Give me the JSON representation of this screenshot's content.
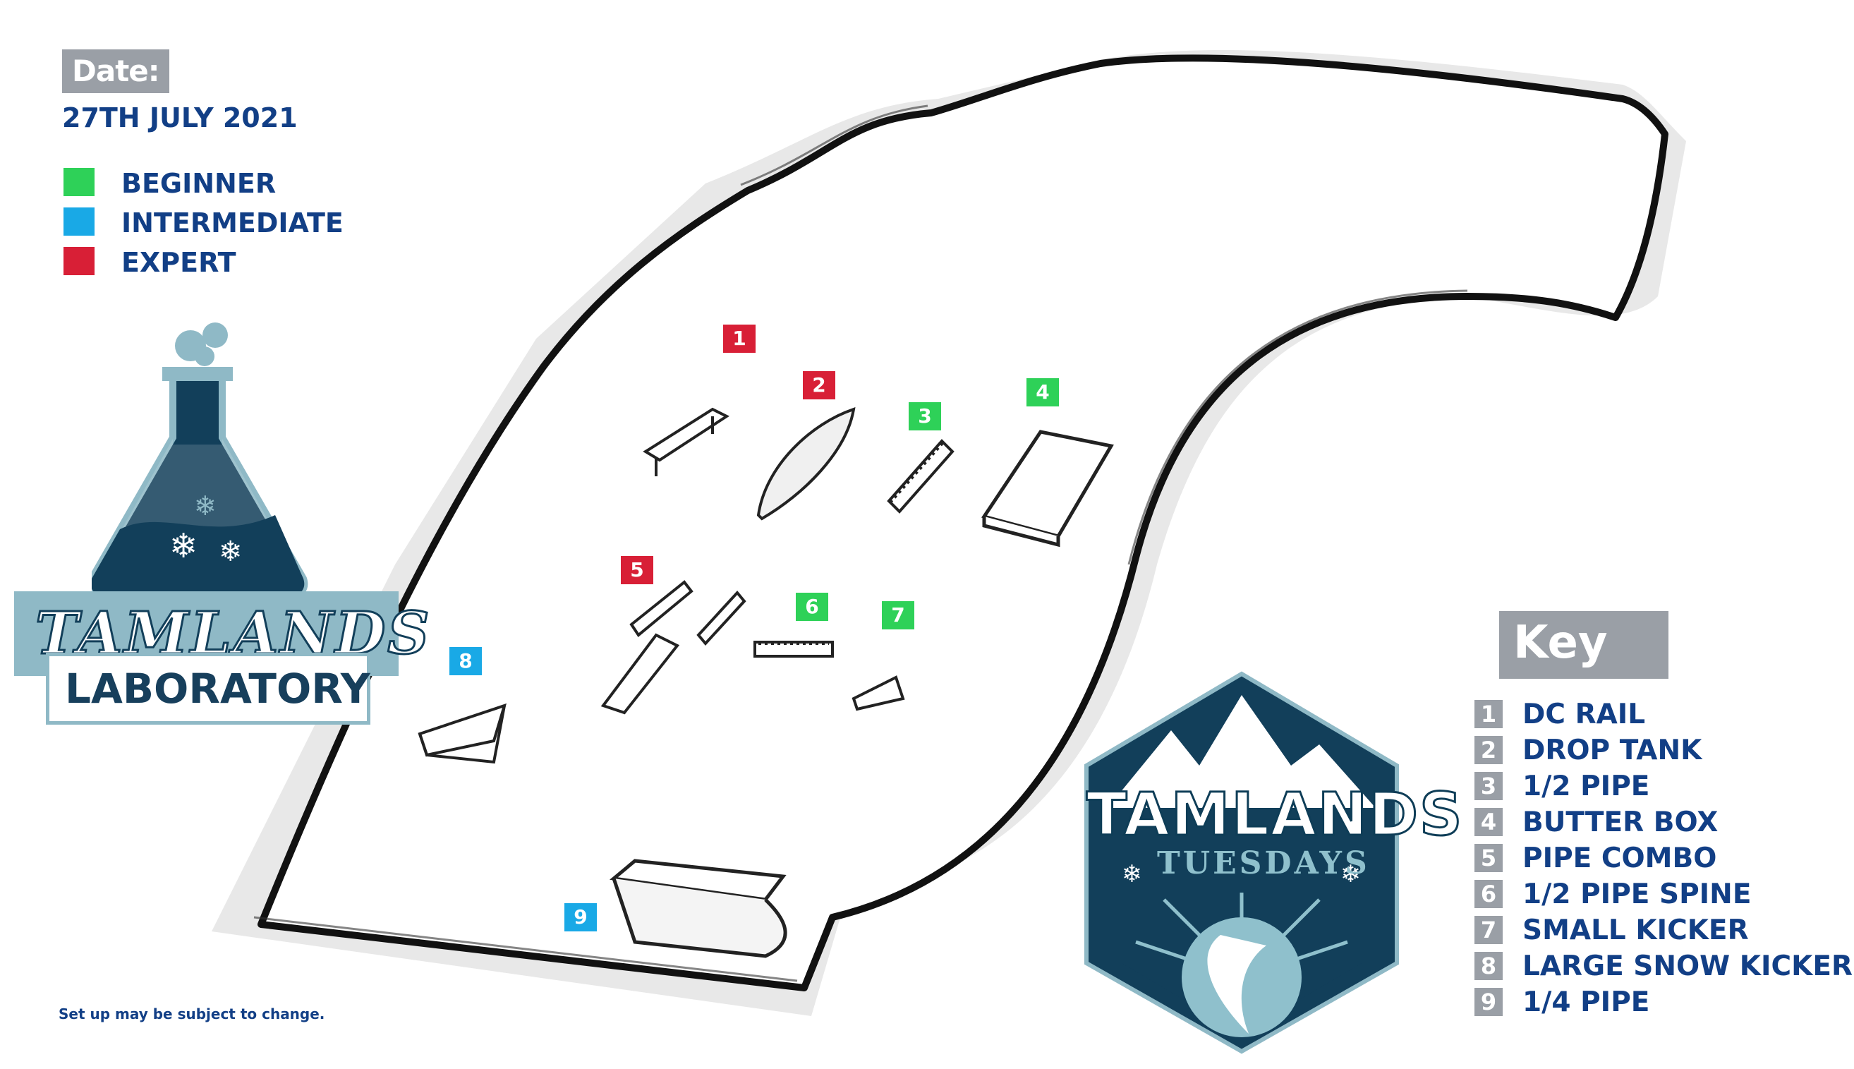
{
  "header": {
    "date_label": "Date:",
    "date_value": "27TH JULY 2021"
  },
  "legend": [
    {
      "label": "BEGINNER",
      "color": "#2ed158"
    },
    {
      "label": "INTERMEDIATE",
      "color": "#19a9e6"
    },
    {
      "label": "EXPERT",
      "color": "#d81f36"
    }
  ],
  "lab_logo": {
    "title": "TAMLANDS",
    "subtitle": "LABORATORY"
  },
  "tuesdays_logo": {
    "title": "TAMLANDS",
    "subtitle": "TUESDAYS"
  },
  "map": {
    "features": [
      {
        "num": "1",
        "level": "expert"
      },
      {
        "num": "2",
        "level": "expert"
      },
      {
        "num": "3",
        "level": "beginner"
      },
      {
        "num": "4",
        "level": "beginner"
      },
      {
        "num": "5",
        "level": "expert"
      },
      {
        "num": "6",
        "level": "beginner"
      },
      {
        "num": "7",
        "level": "beginner"
      },
      {
        "num": "8",
        "level": "intermediate"
      },
      {
        "num": "9",
        "level": "intermediate"
      }
    ]
  },
  "key": {
    "title": "Key",
    "items": [
      {
        "num": "1",
        "label": "DC RAIL"
      },
      {
        "num": "2",
        "label": "DROP TANK"
      },
      {
        "num": "3",
        "label": "1/2 PIPE"
      },
      {
        "num": "4",
        "label": "BUTTER BOX"
      },
      {
        "num": "5",
        "label": "PIPE COMBO"
      },
      {
        "num": "6",
        "label": "1/2 PIPE SPINE"
      },
      {
        "num": "7",
        "label": "SMALL KICKER"
      },
      {
        "num": "8",
        "label": "LARGE SNOW KICKER"
      },
      {
        "num": "9",
        "label": "1/4 PIPE"
      }
    ]
  },
  "footer": {
    "note": "Set up may be subject to change."
  }
}
